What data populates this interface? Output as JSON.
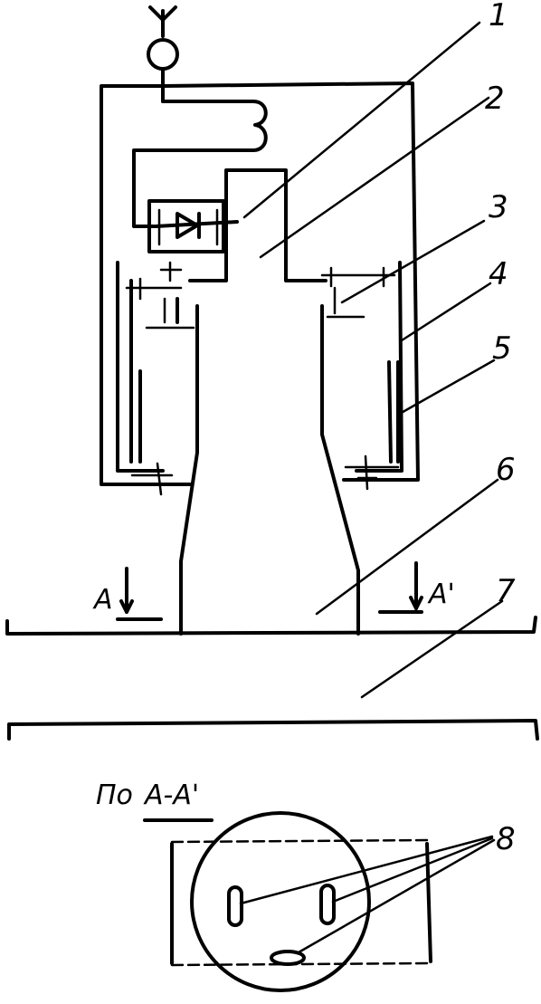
{
  "labels": {
    "l1": "1",
    "l2": "2",
    "l3": "3",
    "l4": "4",
    "l5": "5",
    "l6": "6",
    "l7": "7",
    "l8": "8",
    "a": "A",
    "a_prime": "A'",
    "section_caption_prefix": "По",
    "section_caption_ref": "A-A'"
  }
}
